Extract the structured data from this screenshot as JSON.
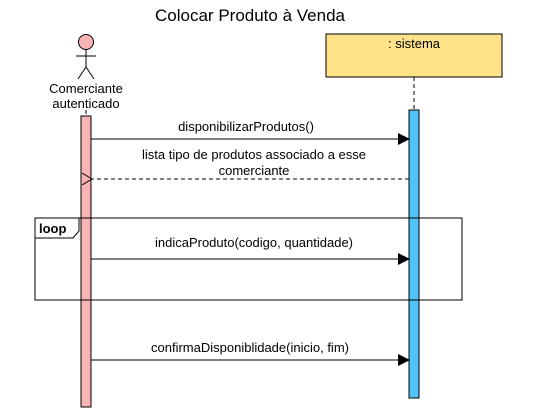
{
  "diagram": {
    "title": "Colocar Produto à Venda",
    "actor": {
      "name_line1": "Comerciante",
      "name_line2": "autenticado",
      "head_color": "#f8b4b4",
      "activation_color": "#f8b4b4"
    },
    "system": {
      "label": ": sistema",
      "box_color": "#ffe28a",
      "activation_color": "#4fc3f7"
    },
    "messages": [
      {
        "label": "disponibilizarProdutos()",
        "direction": "actor-to-system",
        "style": "solid"
      },
      {
        "label_line1": "lista tipo de produtos associado a esse",
        "label_line2": "comerciante",
        "direction": "system-to-actor",
        "style": "dashed"
      },
      {
        "label": "indicaProduto(codigo, quantidade)",
        "direction": "actor-to-system",
        "style": "solid"
      },
      {
        "label": "confirmaDisponiblidade(inicio, fim)",
        "direction": "actor-to-system",
        "style": "solid"
      }
    ],
    "fragment": {
      "operator": "loop"
    }
  }
}
